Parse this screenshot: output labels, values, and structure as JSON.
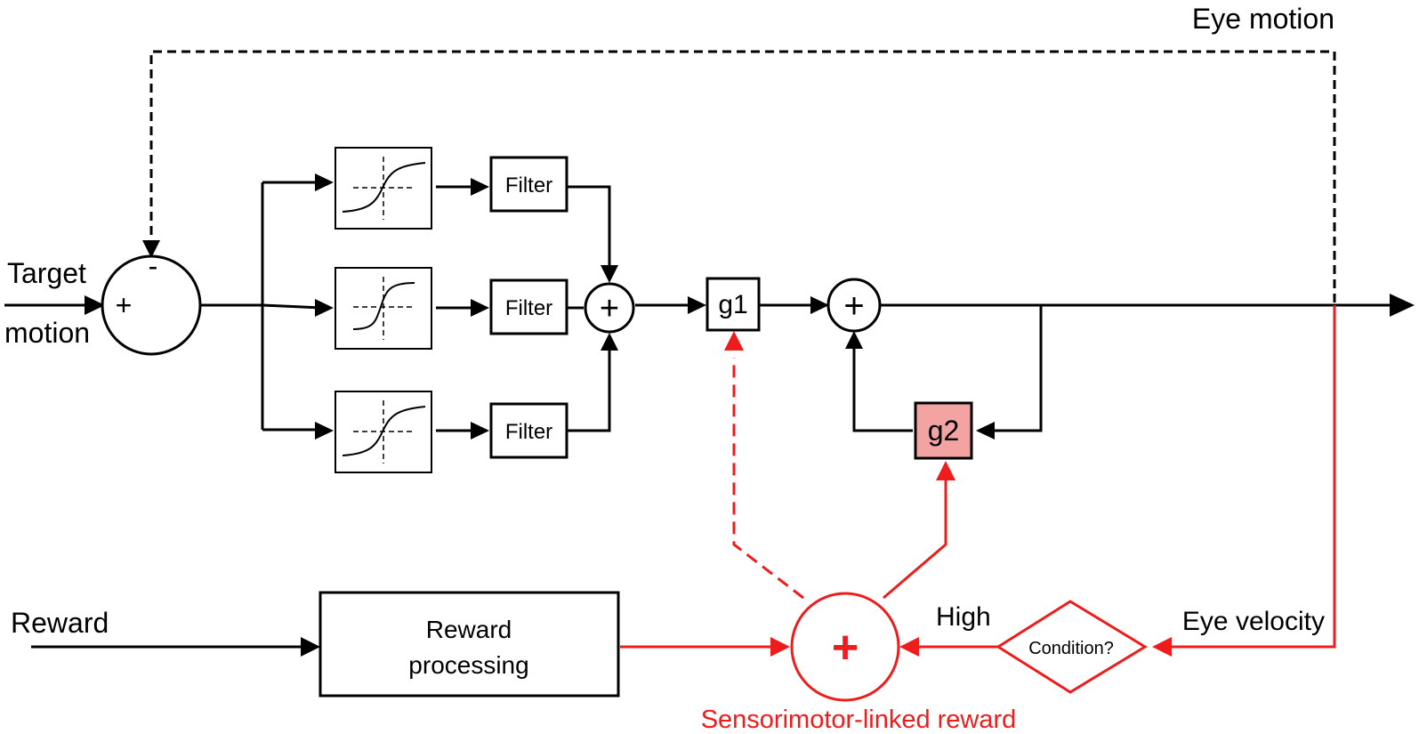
{
  "labels": {
    "target_motion_line1": "Target",
    "target_motion_line2": "motion",
    "eye_motion": "Eye motion",
    "reward": "Reward",
    "eye_velocity": "Eye velocity",
    "high": "High",
    "sensorimotor_linked_reward": "Sensorimotor-linked reward"
  },
  "blocks": {
    "filter_top": "Filter",
    "filter_mid": "Filter",
    "filter_bottom": "Filter",
    "g1": "g1",
    "g2": "g2",
    "reward_processing_line1": "Reward",
    "reward_processing_line2": "processing",
    "condition": "Condition?"
  },
  "signs": {
    "plus": "+",
    "minus": "-"
  },
  "colors": {
    "black": "#000000",
    "red": "#ee1c1c",
    "g2_fill": "#f4a3a3"
  }
}
